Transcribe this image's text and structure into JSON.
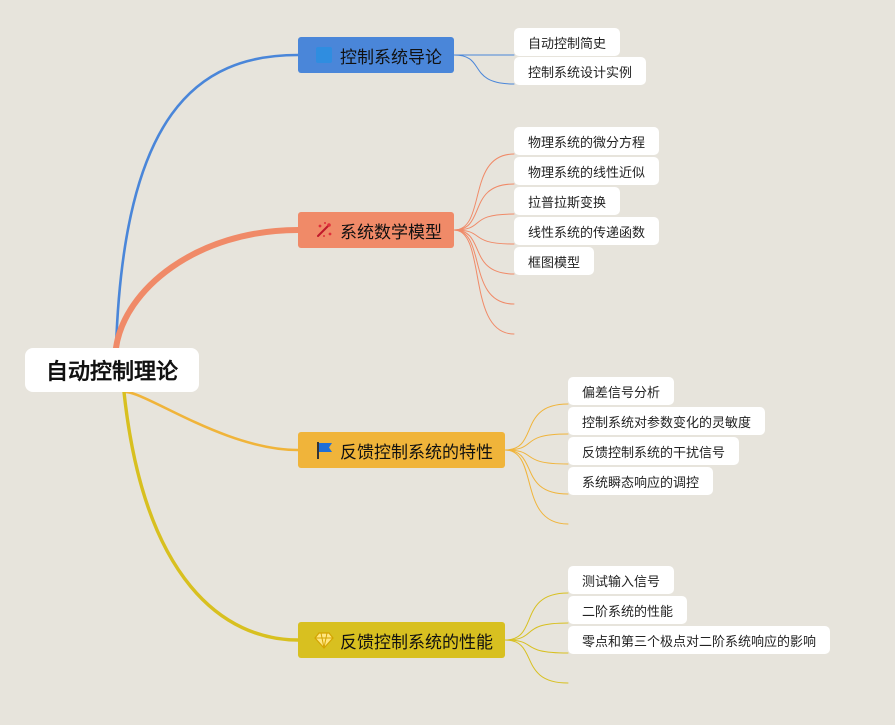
{
  "root": {
    "label": "自动控制理论"
  },
  "branches": [
    {
      "label": "控制系统导论",
      "icon": "blue-square-icon",
      "color": "#4a86d9",
      "textColor": "#111111",
      "leaves": [
        "自动控制简史",
        "控制系统设计实例"
      ]
    },
    {
      "label": "系统数学模型",
      "icon": "sparkle-icon",
      "color": "#f08a68",
      "textColor": "#111111",
      "leaves": [
        "物理系统的微分方程",
        "物理系统的线性近似",
        "拉普拉斯变换",
        "线性系统的传递函数",
        "框图模型"
      ]
    },
    {
      "label": "反馈控制系统的特性",
      "icon": "flag-icon",
      "color": "#f0b43a",
      "textColor": "#111111",
      "leaves": [
        "偏差信号分析",
        "控制系统对参数变化的灵敏度",
        "反馈控制系统的干扰信号",
        "系统瞬态响应的调控"
      ]
    },
    {
      "label": "反馈控制系统的性能",
      "icon": "diamond-icon",
      "color": "#d8c020",
      "textColor": "#111111",
      "leaves": [
        "测试输入信号",
        "二阶系统的性能",
        "零点和第三个极点对二阶系统响应的影响"
      ]
    }
  ]
}
